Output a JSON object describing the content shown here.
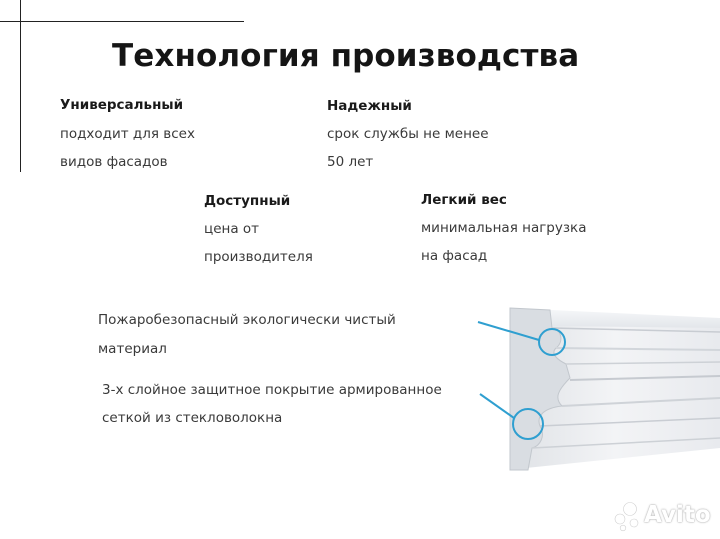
{
  "title": "Технология производства",
  "features": [
    {
      "heading": "Универсальный",
      "lines": [
        "подходит для всех",
        "видов фасадов"
      ]
    },
    {
      "heading": "Надежный",
      "lines": [
        "срок службы не менее",
        "50 лет"
      ]
    },
    {
      "heading": "Доступный",
      "lines": [
        "цена от",
        "производителя"
      ]
    },
    {
      "heading": "Легкий вес",
      "lines": [
        "минимальная нагрузка",
        "на фасад"
      ]
    }
  ],
  "notes": [
    {
      "lines": [
        "Пожаробезопасный экологически чистый",
        "материал"
      ]
    },
    {
      "lines": [
        "3-х слойное защитное покрытие армированное",
        "сеткой из стекловолокна"
      ]
    }
  ],
  "watermark": {
    "text": "Avito",
    "color": "#ffffff"
  },
  "colors": {
    "callout_line": "#2f9fd0",
    "text": "#3a3a3a",
    "heading": "#151515"
  }
}
